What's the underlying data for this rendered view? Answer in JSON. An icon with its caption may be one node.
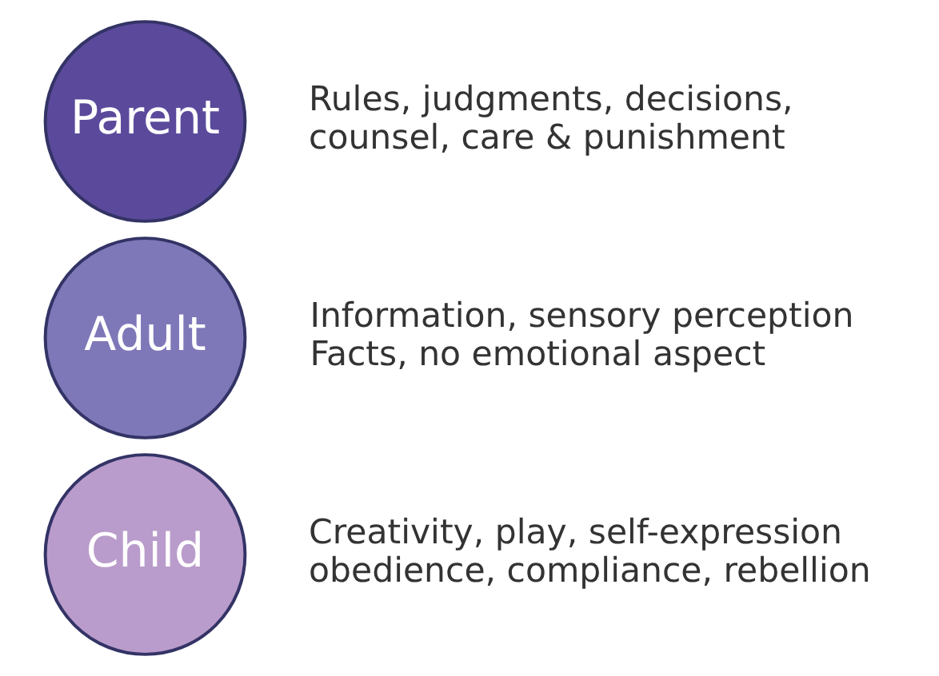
{
  "diagram": {
    "nodes": [
      {
        "text": [
          "Parent"
        ],
        "beside": [
          "Rules, judgments, decisions, counsel, care & punishment"
        ]
      },
      {
        "text": [
          "Adult"
        ],
        "beside": [
          "Information, sensory perception",
          "Facts, no emotional aspect"
        ]
      },
      {
        "text": [
          "Child"
        ],
        "beside": [
          "Creativity, play, self-expression",
          "obedience, compliance, rebellion"
        ]
      }
    ]
  }
}
